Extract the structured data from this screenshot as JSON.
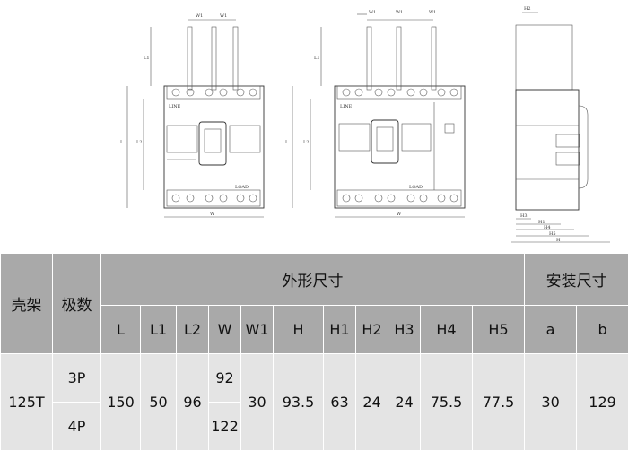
{
  "drawing": {
    "front_3p": {
      "top_label": "LINE",
      "bottom_label": "LOAD",
      "dims": [
        "W1",
        "W1",
        "L1",
        "L",
        "L2",
        "W"
      ]
    },
    "front_4p": {
      "top_label": "LINE",
      "bottom_label": "LOAD",
      "dims": [
        "W1",
        "W1",
        "W1",
        "L1",
        "L",
        "L2",
        "W"
      ]
    },
    "side": {
      "dims": [
        "H2",
        "H3",
        "H1",
        "H4",
        "H5",
        "H"
      ]
    }
  },
  "table": {
    "frame_header": "壳架",
    "poles_header": "极数",
    "outline_header": "外形尺寸",
    "install_header": "安装尺寸",
    "columns": [
      "L",
      "L1",
      "L2",
      "W",
      "W1",
      "H",
      "H1",
      "H2",
      "H3",
      "H4",
      "H5",
      "a",
      "b"
    ],
    "frame": "125T",
    "poles": [
      "3P",
      "4P"
    ],
    "values": {
      "L": "150",
      "L1": "50",
      "L2": "96",
      "W_3P": "92",
      "W_4P": "122",
      "W1": "30",
      "H": "93.5",
      "H1": "63",
      "H2": "24",
      "H3": "24",
      "H4": "75.5",
      "H5": "77.5",
      "a": "30",
      "b": "129"
    }
  }
}
